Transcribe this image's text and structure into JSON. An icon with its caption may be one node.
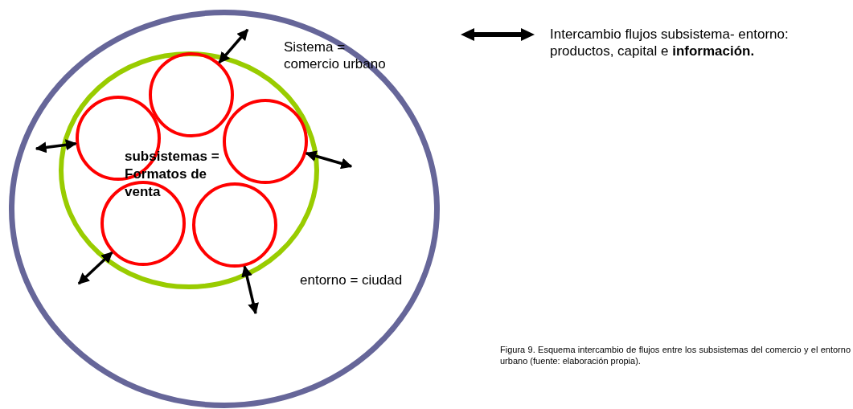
{
  "diagram": {
    "caption": "Figura 9. Esquema intercambio de flujos entre los subsistemas del comercio y el entorno urbano (fuente: elaboración propia).",
    "nodes": [
      {
        "text": [
          "entorno = ciudad"
        ]
      },
      {
        "text": [
          "Sistema = comercio urbano"
        ],
        "in": 0
      },
      {
        "text": [],
        "shape": "circle",
        "in": 1
      },
      {
        "text": [],
        "shape": "circle",
        "in": 1
      },
      {
        "text": [],
        "shape": "circle",
        "in": 1
      },
      {
        "text": [],
        "shape": "circle",
        "in": 1
      },
      {
        "text": [],
        "shape": "circle",
        "in": 1
      }
    ],
    "edges": [
      {
        "from": 2,
        "to": null,
        "arrow": "both"
      },
      {
        "from": 3,
        "to": null,
        "arrow": "both"
      },
      {
        "from": 4,
        "to": null,
        "arrow": "both"
      },
      {
        "from": 5,
        "to": null,
        "arrow": "both"
      },
      {
        "from": 6,
        "to": null,
        "arrow": "both"
      }
    ],
    "labels": [
      "subsistemas = Formatos de venta"
    ],
    "legend": [
      {
        "text": "Intercambio flujos subsistema- entorno: productos, capital e **información.**"
      }
    ]
  }
}
